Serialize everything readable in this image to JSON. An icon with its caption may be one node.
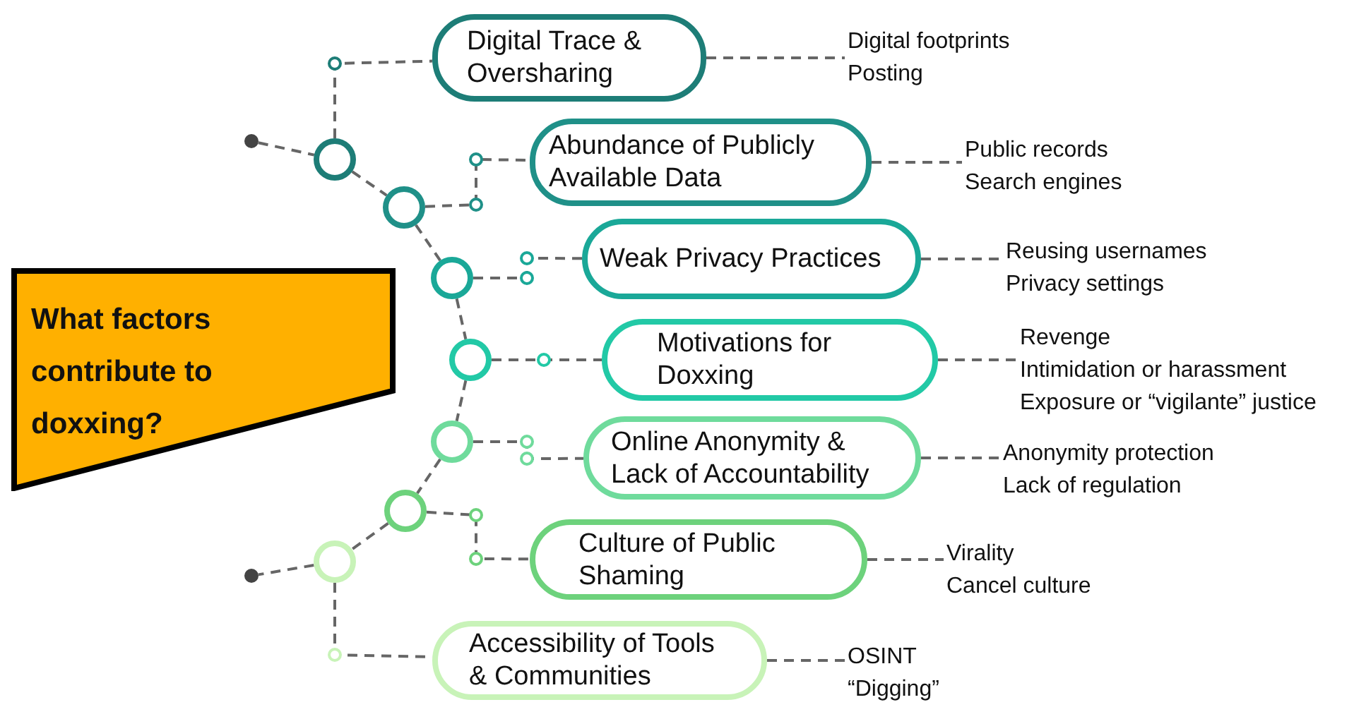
{
  "diagram": {
    "nodes": [
      {
        "text": [
          "What factors contribute to doxxing?"
        ]
      },
      {
        "text": [
          "Digital Trace & Oversharing"
        ]
      },
      {
        "text": [
          "Abundance of Publicly Available Data"
        ]
      },
      {
        "text": [
          "Weak Privacy Practices"
        ]
      },
      {
        "text": [
          "Motivations for Doxxing"
        ]
      },
      {
        "text": [
          "Online Anonymity & Lack of Accountability"
        ]
      },
      {
        "text": [
          "Culture of Public Shaming"
        ]
      },
      {
        "text": [
          "Accessibility of Tools & Communities"
        ]
      },
      {
        "text": [
          "Digital footprints",
          "Posting"
        ]
      },
      {
        "text": [
          "Public records",
          "Search engines"
        ]
      },
      {
        "text": [
          "Reusing usernames",
          "Privacy settings"
        ]
      },
      {
        "text": [
          "Revenge",
          "Intimidation or harassment",
          "Exposure or “vigilante” justice"
        ]
      },
      {
        "text": [
          "Anonymity protection",
          "Lack of regulation"
        ]
      },
      {
        "text": [
          "Virality",
          "Cancel culture"
        ]
      },
      {
        "text": [
          "OSINT",
          "“Digging”"
        ]
      },
      {
        "text": [],
        "shape": "circle"
      },
      {
        "text": [],
        "shape": "circle"
      },
      {
        "text": [],
        "shape": "circle"
      },
      {
        "text": [],
        "shape": "circle"
      },
      {
        "text": [],
        "shape": "circle"
      },
      {
        "text": [],
        "shape": "circle"
      },
      {
        "text": [],
        "shape": "circle"
      },
      {
        "text": [],
        "shape": "circle"
      },
      {
        "text": [],
        "shape": "circle"
      }
    ],
    "edges": [
      {
        "from": 15,
        "to": 1,
        "arrow": "none",
        "style": "dashed"
      },
      {
        "from": 16,
        "to": 2,
        "arrow": "none",
        "style": "dashed"
      },
      {
        "from": 17,
        "to": 3,
        "arrow": "none",
        "style": "dashed"
      },
      {
        "from": 18,
        "to": 4,
        "arrow": "none",
        "style": "dashed"
      },
      {
        "from": 19,
        "to": 5,
        "arrow": "none",
        "style": "dashed"
      },
      {
        "from": 20,
        "to": 6,
        "arrow": "none",
        "style": "dashed"
      },
      {
        "from": 21,
        "to": 7,
        "arrow": "none",
        "style": "dashed"
      },
      {
        "from": 1,
        "to": 8,
        "arrow": "none",
        "style": "dashed"
      },
      {
        "from": 2,
        "to": 9,
        "arrow": "none",
        "style": "dashed"
      },
      {
        "from": 3,
        "to": 10,
        "arrow": "none",
        "style": "dashed"
      },
      {
        "from": 4,
        "to": 11,
        "arrow": "none",
        "style": "dashed"
      },
      {
        "from": 5,
        "to": 12,
        "arrow": "none",
        "style": "dashed"
      },
      {
        "from": 6,
        "to": 13,
        "arrow": "none",
        "style": "dashed"
      },
      {
        "from": 7,
        "to": 14,
        "arrow": "none",
        "style": "dashed"
      },
      {
        "from": 22,
        "to": 15,
        "arrow": "none",
        "style": "dashed"
      },
      {
        "from": 15,
        "to": 16,
        "arrow": "none",
        "style": "dashed"
      },
      {
        "from": 16,
        "to": 17,
        "arrow": "none",
        "style": "dashed"
      },
      {
        "from": 17,
        "to": 18,
        "arrow": "none",
        "style": "dashed"
      },
      {
        "from": 18,
        "to": 19,
        "arrow": "none",
        "style": "dashed"
      },
      {
        "from": 19,
        "to": 20,
        "arrow": "none",
        "style": "dashed"
      },
      {
        "from": 20,
        "to": 21,
        "arrow": "none",
        "style": "dashed"
      },
      {
        "from": 21,
        "to": 23,
        "arrow": "none",
        "style": "dashed"
      }
    ]
  }
}
